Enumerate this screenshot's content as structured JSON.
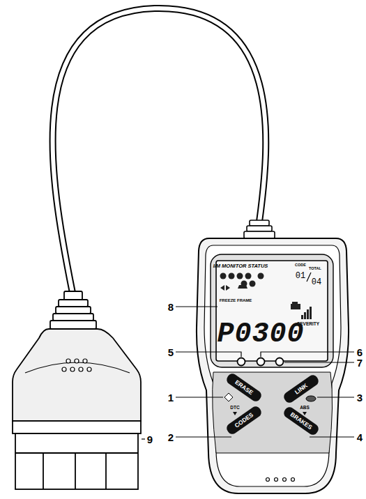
{
  "diagram": {
    "labels": [
      "I/M MONITOR STATUS",
      "CODE",
      "TOTAL",
      "01",
      "04",
      "FREEZE FRAME",
      "SEVERITY",
      "P0300",
      "ERASE",
      "DTC",
      "CODES",
      "LINK",
      "ABS",
      "BRAKES",
      "1",
      "2",
      "3",
      "4",
      "5",
      "6",
      "7",
      "8",
      "9"
    ]
  }
}
